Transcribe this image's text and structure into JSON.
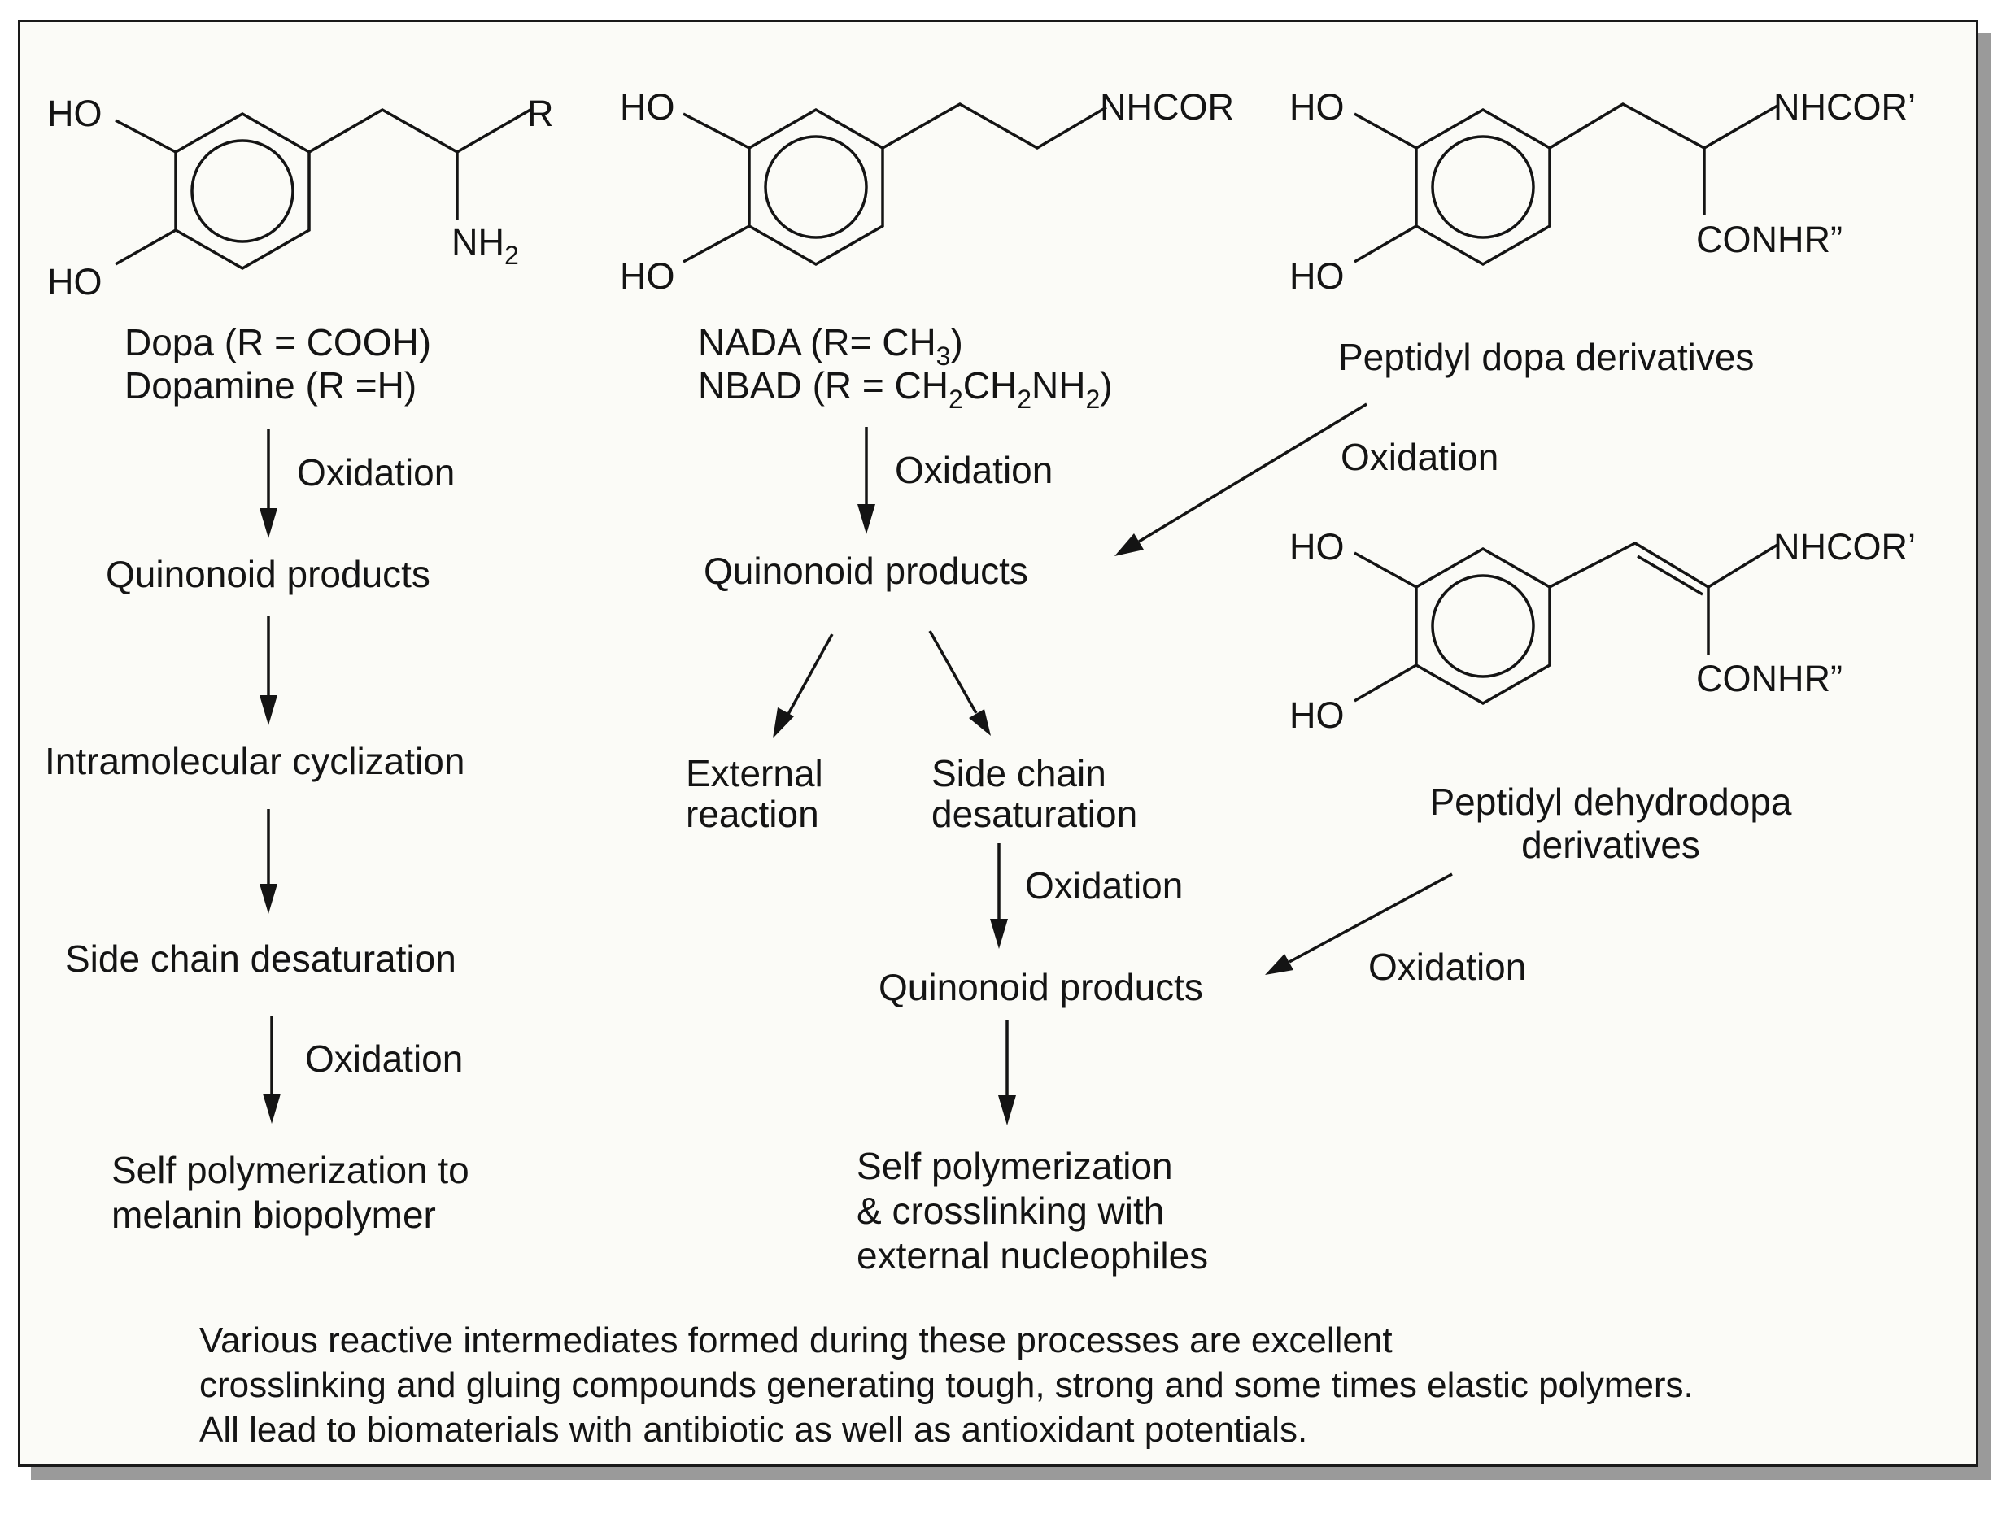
{
  "structures": {
    "dopa": {
      "ho_top": "HO",
      "ho_bottom": "HO",
      "r": "R",
      "nh2_base": "NH",
      "nh2_sub": "2",
      "name_line1": "Dopa (R = COOH)",
      "name_line2": "Dopamine (R =H)"
    },
    "nada": {
      "ho_top": "HO",
      "ho_bottom": "HO",
      "amide": "NHCOR",
      "l1_a": "NADA (R= CH",
      "l1_sub": "3",
      "l1_b": ")",
      "l2_a": "NBAD (R = CH",
      "l2_sub1": "2",
      "l2_b": "CH",
      "l2_sub2": "2",
      "l2_c": "NH",
      "l2_sub3": "2",
      "l2_d": ")"
    },
    "peptidyl_dopa": {
      "ho_top": "HO",
      "ho_bottom": "HO",
      "nhcor": "NHCOR’",
      "conhr": "CONHR”",
      "name": "Peptidyl dopa derivatives"
    },
    "peptidyl_dehydrodopa": {
      "ho_top": "HO",
      "ho_bottom": "HO",
      "nhcor": "NHCOR’",
      "conhr": "CONHR”",
      "name_line1": "Peptidyl dehydrodopa",
      "name_line2": "derivatives"
    }
  },
  "left_pathway": {
    "oxidation_1": "Oxidation",
    "quinonoid": "Quinonoid products",
    "cyclization": "Intramolecular cyclization",
    "desaturation": "Side chain desaturation",
    "oxidation_2": "Oxidation",
    "product_line1": "Self polymerization to",
    "product_line2": "melanin biopolymer"
  },
  "middle_pathway": {
    "oxidation_1": "Oxidation",
    "quinonoid_1": "Quinonoid products",
    "external_line1": "External",
    "external_line2": "reaction",
    "side_chain_line1": "Side chain",
    "side_chain_line2": "desaturation",
    "oxidation_2": "Oxidation",
    "quinonoid_2": "Quinonoid products",
    "product_line1": "Self polymerization",
    "product_line2": "& crosslinking with",
    "product_line3": "external nucleophiles"
  },
  "right_pathway": {
    "oxidation_1": "Oxidation",
    "oxidation_2": "Oxidation"
  },
  "footer": {
    "line1": "Various reactive intermediates formed during these processes are excellent",
    "line2": "crosslinking and gluing compounds generating tough, strong and some times elastic polymers.",
    "line3": "All lead to biomaterials with antibiotic as well as antioxidant potentials."
  }
}
